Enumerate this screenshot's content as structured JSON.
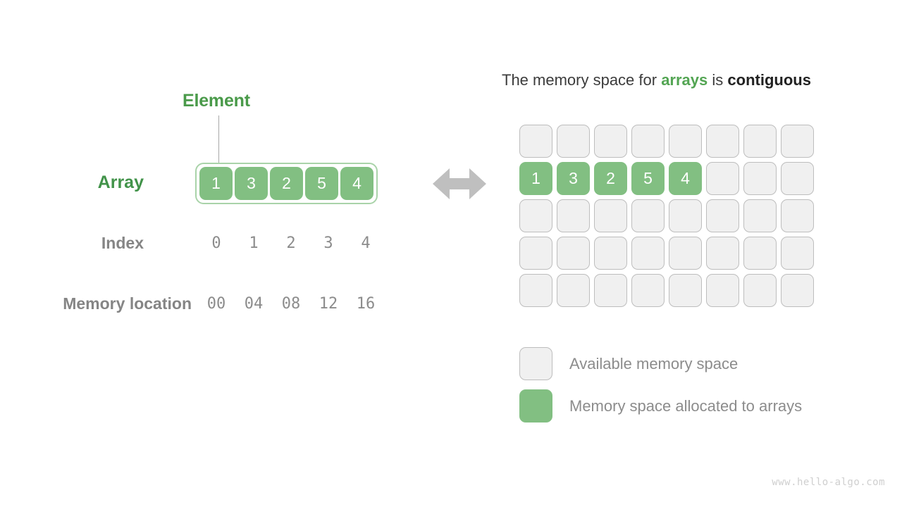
{
  "left_panel": {
    "element_label": "Element",
    "array_label": "Array",
    "index_label": "Index",
    "memory_location_label": "Memory location",
    "array_values": [
      "1",
      "3",
      "2",
      "5",
      "4"
    ],
    "indices": [
      "0",
      "1",
      "2",
      "3",
      "4"
    ],
    "memory_locations": [
      "00",
      "04",
      "08",
      "12",
      "16"
    ]
  },
  "connector": {
    "icon": "double-arrow-icon"
  },
  "right_panel": {
    "title_prefix": "The memory space for ",
    "title_highlight_green": "arrays",
    "title_middle": " is ",
    "title_highlight_dark": "contiguous",
    "grid": {
      "columns": 8,
      "rows": 5,
      "filled_row_index": 1,
      "filled_values": [
        "1",
        "3",
        "2",
        "5",
        "4"
      ]
    },
    "legend": [
      {
        "swatch": "empty",
        "label": "Available memory space"
      },
      {
        "swatch": "filled",
        "label": "Memory space allocated to arrays"
      }
    ]
  },
  "colors": {
    "green_fill": "#82bf82",
    "green_text": "#42934a",
    "green_border": "#a9d3a9",
    "empty_fill": "#f0f0f0",
    "empty_border": "#bdbdbd",
    "gray_text": "#8c8c8c",
    "arrow_gray": "#bfbfbf"
  },
  "watermark": "www.hello-algo.com"
}
